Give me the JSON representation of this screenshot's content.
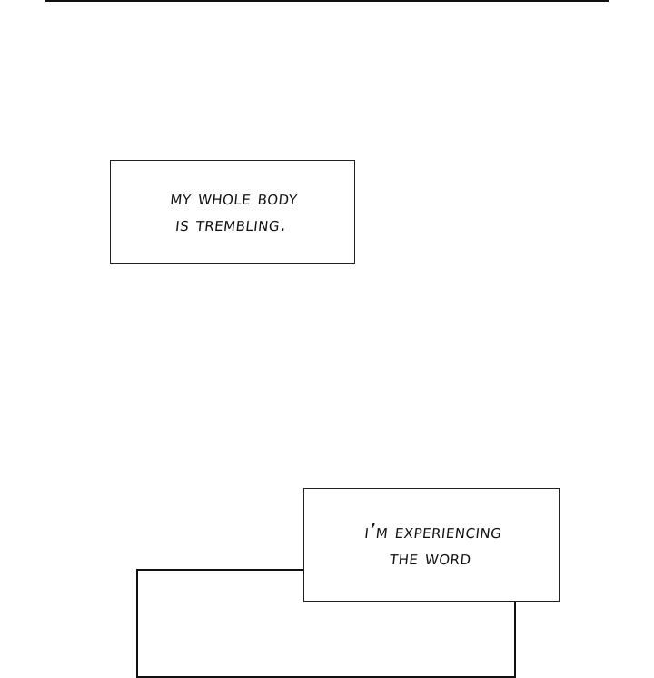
{
  "captions": [
    {
      "lines": [
        "My whole body",
        "is trembling."
      ]
    },
    {
      "lines": [
        "I’m experiencing",
        "the word"
      ]
    }
  ]
}
